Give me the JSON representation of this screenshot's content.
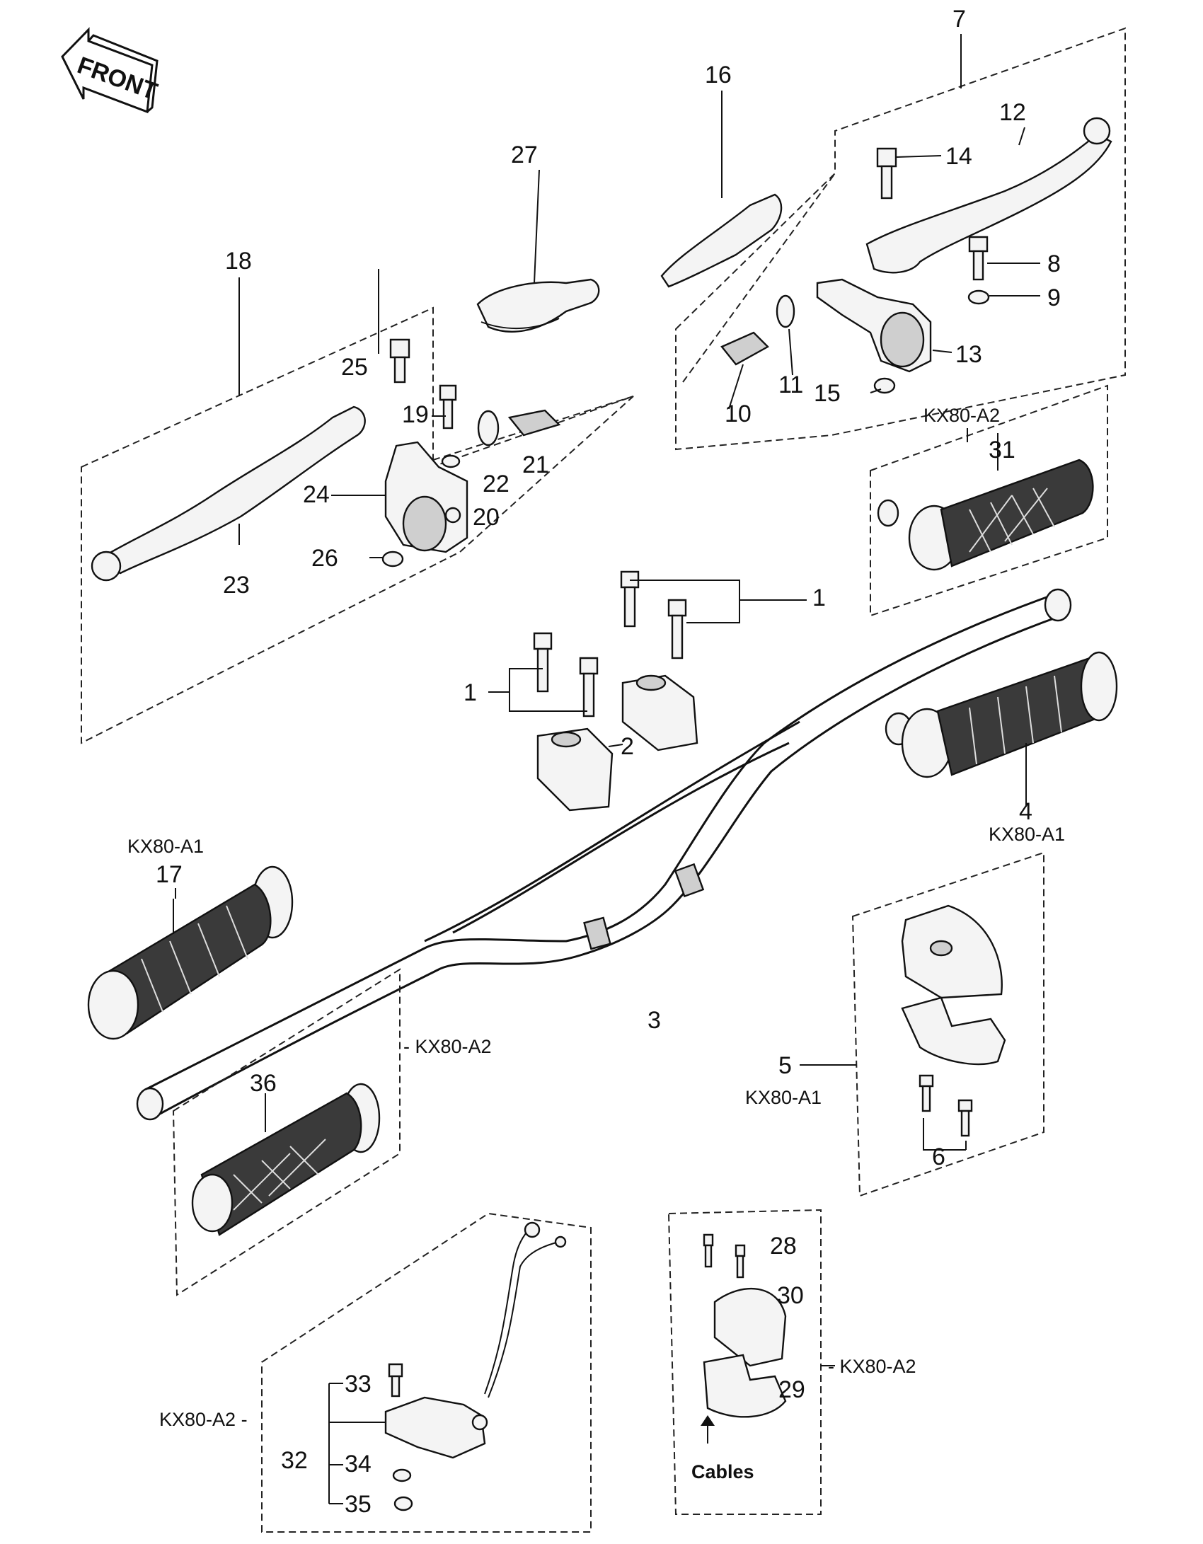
{
  "front_arrow": {
    "label": "FRONT"
  },
  "labels": {
    "p1a": "1",
    "p1b": "1",
    "p2": "2",
    "p3": "3",
    "p4": "4",
    "p5": "5",
    "p6": "6",
    "p7": "7",
    "p8": "8",
    "p9": "9",
    "p10": "10",
    "p11": "11",
    "p12": "12",
    "p13": "13",
    "p14": "14",
    "p15": "15",
    "p16": "16",
    "p17": "17",
    "p18": "18",
    "p19": "19",
    "p20": "20",
    "p21": "21",
    "p22": "22",
    "p23": "23",
    "p24": "24",
    "p25": "25",
    "p26": "26",
    "p27": "27",
    "p28": "28",
    "p29": "29",
    "p30": "30",
    "p31": "31",
    "p32": "32",
    "p33": "33",
    "p34": "34",
    "p35": "35",
    "p36": "36"
  },
  "model_tags": {
    "grip31": "KX80-A2",
    "grip4": "KX80-A1",
    "grip17": "KX80-A1",
    "grip36": "- KX80-A2",
    "housing5": "KX80-A1",
    "switch32": "KX80-A2 -",
    "housing29": "- KX80-A2"
  },
  "cables_note": "Cables",
  "colors": {
    "ink": "#111111",
    "paper": "#ffffff",
    "grip": "#3a3a3a"
  }
}
